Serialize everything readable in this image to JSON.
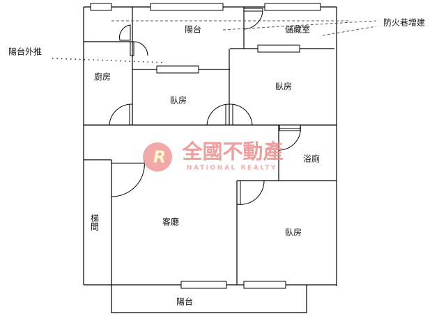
{
  "rooms": {
    "balcony_top": "陽台",
    "storage": "儲藏室",
    "kitchen": "廚房",
    "bedroom_1": "臥房",
    "bedroom_2": "臥房",
    "bathroom": "浴廁",
    "stairwell": "梯間",
    "living_room": "客廳",
    "bedroom_3": "臥房",
    "balcony_bottom": "陽台"
  },
  "annotations": {
    "fire_lane_extension": "防火巷增建",
    "balcony_extended": "陽台外推"
  },
  "watermark": {
    "logo_letters": "R",
    "name_zh": "全國不動產",
    "name_en": "NATIONAL REALTY",
    "color": "#f08c8c"
  }
}
